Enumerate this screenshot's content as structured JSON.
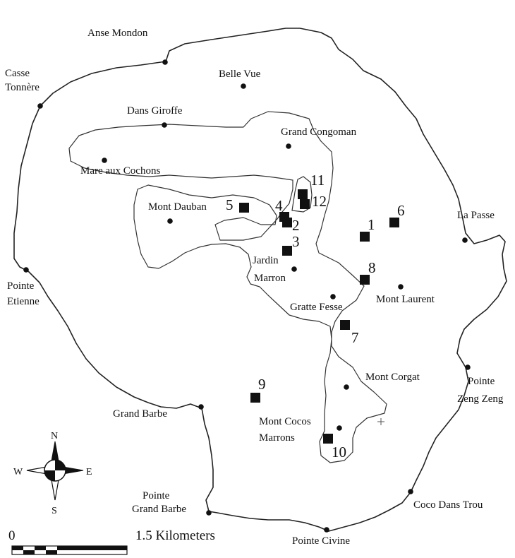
{
  "place_labels": {
    "anse_mondon": "Anse Mondon",
    "casse_tonnere_1": "Casse",
    "casse_tonnere_2": "Tonnère",
    "belle_vue": "Belle Vue",
    "dans_giroffe": "Dans Giroffe",
    "grand_congoman": "Grand Congoman",
    "mare_aux_cochons": "Mare aux Cochons",
    "mont_dauban": "Mont Dauban",
    "la_passe": "La Passe",
    "jardin_marron_1": "Jardin",
    "jardin_marron_2": "Marron",
    "pointe_etienne_1": "Pointe",
    "pointe_etienne_2": "Etienne",
    "gratte_fesse": "Gratte Fesse",
    "mont_laurent": "Mont Laurent",
    "mont_corgat": "Mont Corgat",
    "pointe_zeng_zeng_1": "Pointe",
    "pointe_zeng_zeng_2": "Zeng Zeng",
    "grand_barbe": "Grand Barbe",
    "mont_cocos_marrons_1": "Mont Cocos",
    "mont_cocos_marrons_2": "Marrons",
    "pointe_grand_barbe_1": "Pointe",
    "pointe_grand_barbe_2": "Grand Barbe",
    "coco_dans_trou": "Coco Dans Trou",
    "pointe_civine": "Pointe Civine"
  },
  "site_numbers": [
    "1",
    "2",
    "3",
    "4",
    "5",
    "6",
    "7",
    "8",
    "9",
    "10",
    "11",
    "12"
  ],
  "compass": {
    "n": "N",
    "s": "S",
    "e": "E",
    "w": "W"
  },
  "scale_bar": {
    "zero": "0",
    "label": "1.5 Kilometers"
  },
  "colors": {
    "ink": "#111111",
    "background": "#ffffff"
  }
}
